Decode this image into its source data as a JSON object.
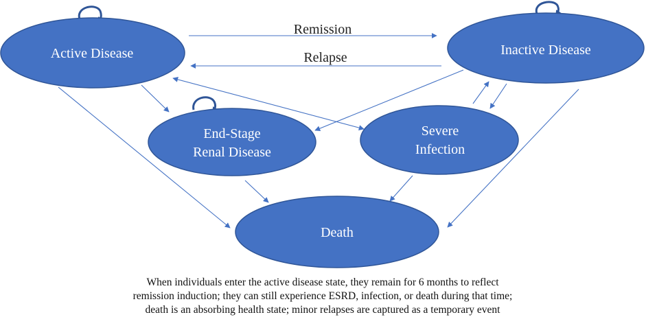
{
  "diagram": {
    "colors": {
      "node_fill": "#4472c4",
      "node_stroke": "#2f5597",
      "edge": "#4472c4",
      "text_on_node": "#ffffff"
    },
    "nodes": {
      "active": {
        "label": "Active Disease"
      },
      "inactive": {
        "label": "Inactive Disease"
      },
      "esrd": {
        "label_line1": "End-Stage",
        "label_line2": "Renal Disease"
      },
      "infection": {
        "label_line1": "Severe",
        "label_line2": "Infection"
      },
      "death": {
        "label": "Death"
      }
    },
    "edges": {
      "remission": "Remission",
      "relapse": "Relapse"
    }
  },
  "caption": {
    "line1": "When individuals enter the active disease state, they remain for 6 months to reflect",
    "line2": "remission induction; they can still experience ESRD, infection, or death during that time;",
    "line3": "death is an absorbing health state; minor relapses are captured as a temporary event"
  }
}
